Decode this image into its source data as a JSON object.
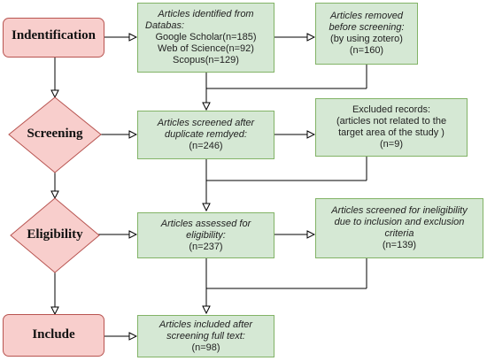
{
  "stages": {
    "identification": "Indentification",
    "screening": "Screening",
    "eligibility": "Eligibility",
    "include": "Include"
  },
  "boxes": {
    "identified": {
      "title_lines": [
        "Articles identified from",
        "Databas:"
      ],
      "lines": [
        "Google Scholar(n=185)",
        "Web of Science(n=92)",
        "Scopus(n=129)"
      ]
    },
    "removed": {
      "title_lines": [
        "Articles removed",
        "before screening:"
      ],
      "lines": [
        "(by using zotero)",
        "(n=160)"
      ]
    },
    "screened": {
      "title_lines": [
        "Articles screened after",
        "duplicate remdyed:"
      ],
      "lines": [
        "(n=246)"
      ]
    },
    "excluded": {
      "lines": [
        "Excluded records:",
        "(articles not related to the",
        "target area of the study )",
        "(n=9)"
      ]
    },
    "assessed": {
      "title_lines": [
        "Articles assessed for",
        "eligibility:"
      ],
      "lines": [
        "(n=237)"
      ]
    },
    "ineligible": {
      "title_lines": [
        "Articles screened for ineligibility",
        "due to inclusion and exclusion",
        "criteria"
      ],
      "lines": [
        "(n=139)"
      ]
    },
    "included": {
      "title_lines": [
        "Articles included after",
        "screening full text:"
      ],
      "lines": [
        "(n=98)"
      ]
    }
  },
  "colors": {
    "process_fill": "#d5e8d4",
    "process_border": "#82b366",
    "stage_fill": "#f8cecc",
    "stage_border": "#b85450"
  }
}
